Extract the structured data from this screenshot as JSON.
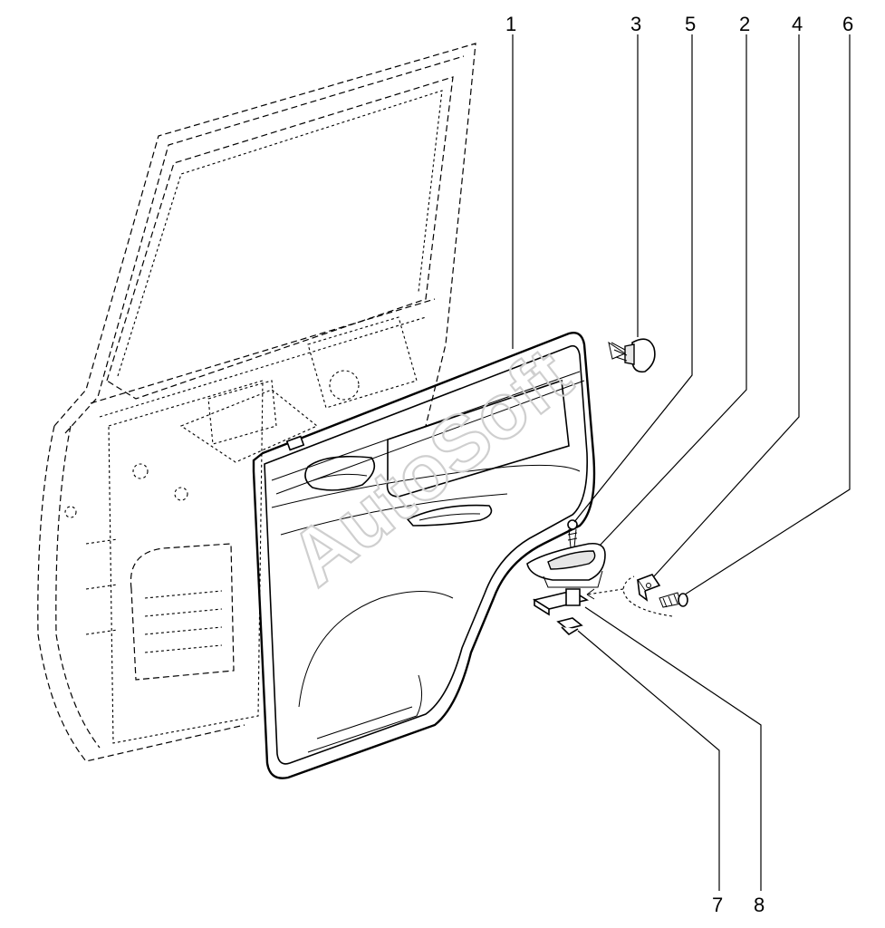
{
  "watermark": "AutoSoft",
  "callouts": [
    {
      "id": "1",
      "label": "1"
    },
    {
      "id": "3",
      "label": "3"
    },
    {
      "id": "5",
      "label": "5"
    },
    {
      "id": "2",
      "label": "2"
    },
    {
      "id": "4",
      "label": "4"
    },
    {
      "id": "6",
      "label": "6"
    },
    {
      "id": "7",
      "label": "7"
    },
    {
      "id": "8",
      "label": "8"
    }
  ]
}
